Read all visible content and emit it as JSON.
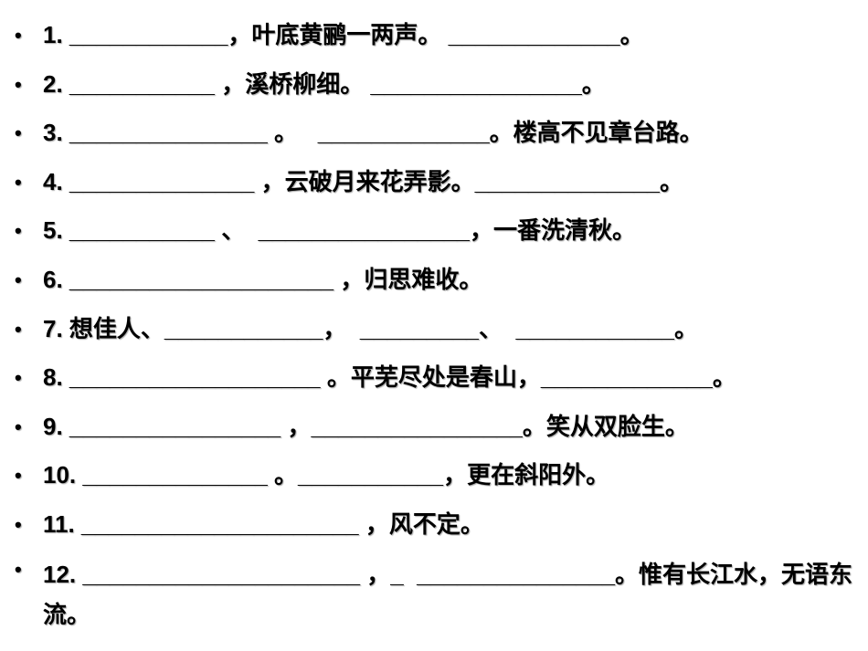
{
  "bullet_icon": "•",
  "items": [
    "1. ____________，叶底黄鹂一两声。 _____________。",
    "2. ___________ ，溪桥柳细。 ________________。",
    "3. _______________ 。   _____________。楼高不见章台路。",
    "4. ______________ ，云破月来花弄影。______________。",
    "5. ___________ 、  ________________，一番洗清秋。",
    "6. ____________________ ，归思难收。",
    "7. 想佳人、____________，  _________、  ____________。",
    "8. ___________________ 。平芜尽处是春山，_____________。",
    "9. ________________ ，________________。笑从双脸生。",
    "10. ______________ 。___________，更在斜阳外。",
    "11. _____________________ ，风不定。",
    "12. _____________________ ，_  _______________。惟有长江水，无语东流。"
  ]
}
